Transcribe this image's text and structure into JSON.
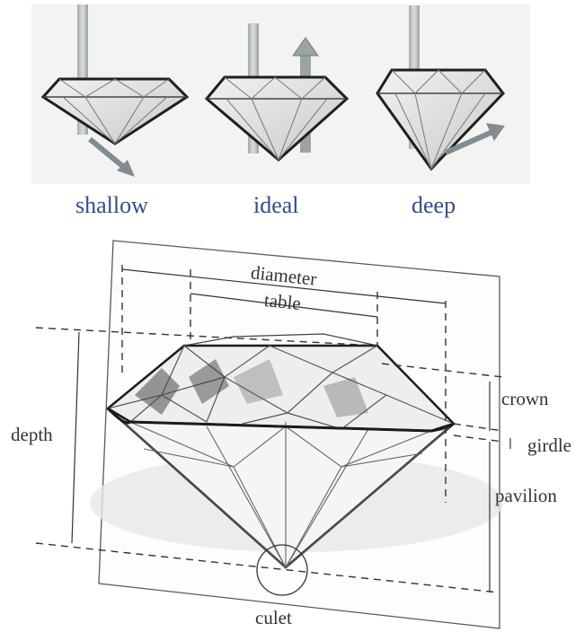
{
  "cut_comparison": {
    "shallow_label": "shallow",
    "ideal_label": "ideal",
    "deep_label": "deep"
  },
  "anatomy": {
    "diameter": "diameter",
    "table": "table",
    "depth": "depth",
    "crown": "crown",
    "girdle": "girdle",
    "pavilion": "pavilion",
    "culet": "culet"
  },
  "colors": {
    "caption": "#2f4f84",
    "arrow": "#7f8d93",
    "line": "#333333"
  }
}
